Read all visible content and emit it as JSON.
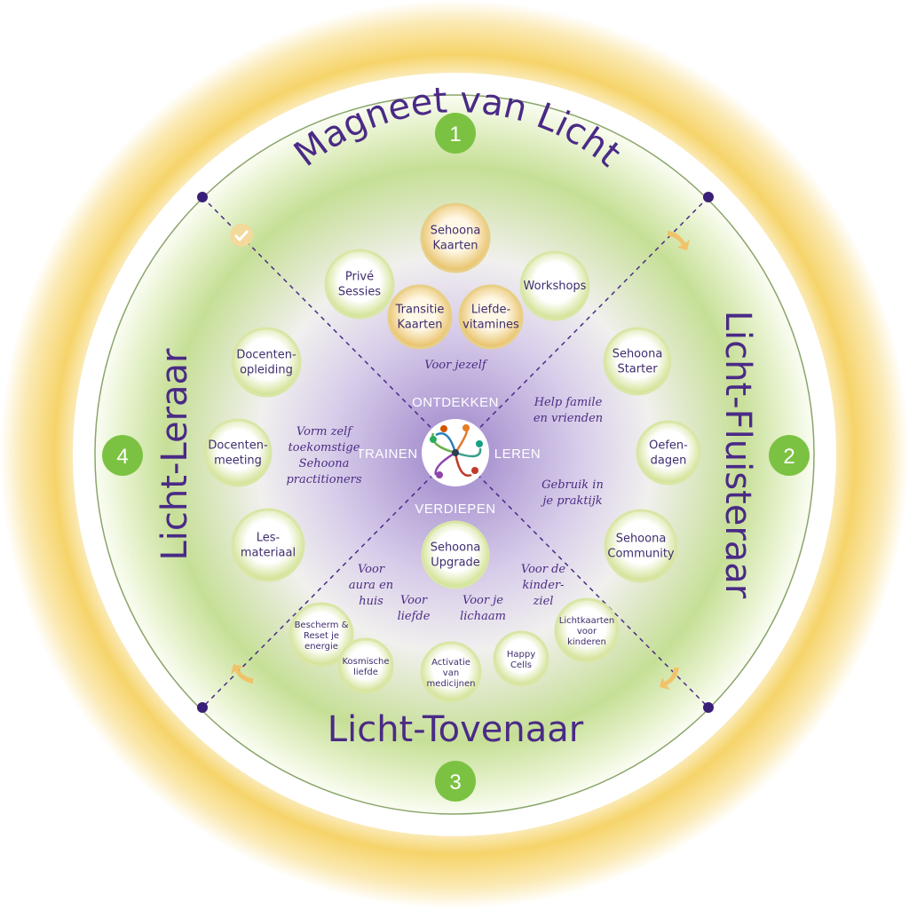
{
  "titles": {
    "top": "Magneet van Licht",
    "right": "Licht-Fluisteraar",
    "bottom": "Licht-Tovenaar",
    "left": "Licht-Leraar"
  },
  "numbers": [
    "1",
    "2",
    "3",
    "4"
  ],
  "center": {
    "top": "ONTDEKKEN",
    "right": "LEREN",
    "bottom": "VERDIEPEN",
    "left": "TRAINEN"
  },
  "bubbles": {
    "sehoona_kaarten": [
      "Sehoona",
      "Kaarten"
    ],
    "prive_sessies": [
      "Privé",
      "Sessies"
    ],
    "transitie_kaarten": [
      "Transitie",
      "Kaarten"
    ],
    "liefde_vitamines": [
      "Liefde-",
      "vitamines"
    ],
    "workshops": [
      "Workshops"
    ],
    "sehoona_starter": [
      "Sehoona",
      "Starter"
    ],
    "oefen_dagen": [
      "Oefen-",
      "dagen"
    ],
    "sehoona_community": [
      "Sehoona",
      "Community"
    ],
    "docenten_opleiding": [
      "Docenten-",
      "opleiding"
    ],
    "docenten_meeting": [
      "Docenten-",
      "meeting"
    ],
    "les_materiaal": [
      "Les-",
      "materiaal"
    ],
    "sehoona_upgrade": [
      "Sehoona",
      "Upgrade"
    ],
    "bescherm": [
      "Bescherm &",
      "Reset je",
      "energie"
    ],
    "kosmische": [
      "Kosmische",
      "liefde"
    ],
    "activatie": [
      "Activatie",
      "van",
      "medicijnen"
    ],
    "happy_cells": [
      "Happy",
      "Cells"
    ],
    "lichtkaarten": [
      "Lichtkaarten",
      "voor",
      "kinderen"
    ]
  },
  "notes": {
    "voor_jezelf": [
      "Voor jezelf"
    ],
    "help_familie": [
      "Help famile",
      "en vrienden"
    ],
    "gebruik": [
      "Gebruik in",
      "je praktijk"
    ],
    "vorm_zelf": [
      "Vorm zelf",
      "toekomstige",
      "Sehoona",
      "practitioners"
    ],
    "aura": [
      "Voor",
      "aura en",
      "huis"
    ],
    "liefde": [
      "Voor",
      "liefde"
    ],
    "lichaam": [
      "Voor je",
      "lichaam"
    ],
    "kinderziel": [
      "Voor de",
      "kinder-",
      "ziel"
    ]
  },
  "colors": {
    "accent_green": "#7cc242",
    "purple": "#4a2a86",
    "gold": "#f2c94c"
  }
}
